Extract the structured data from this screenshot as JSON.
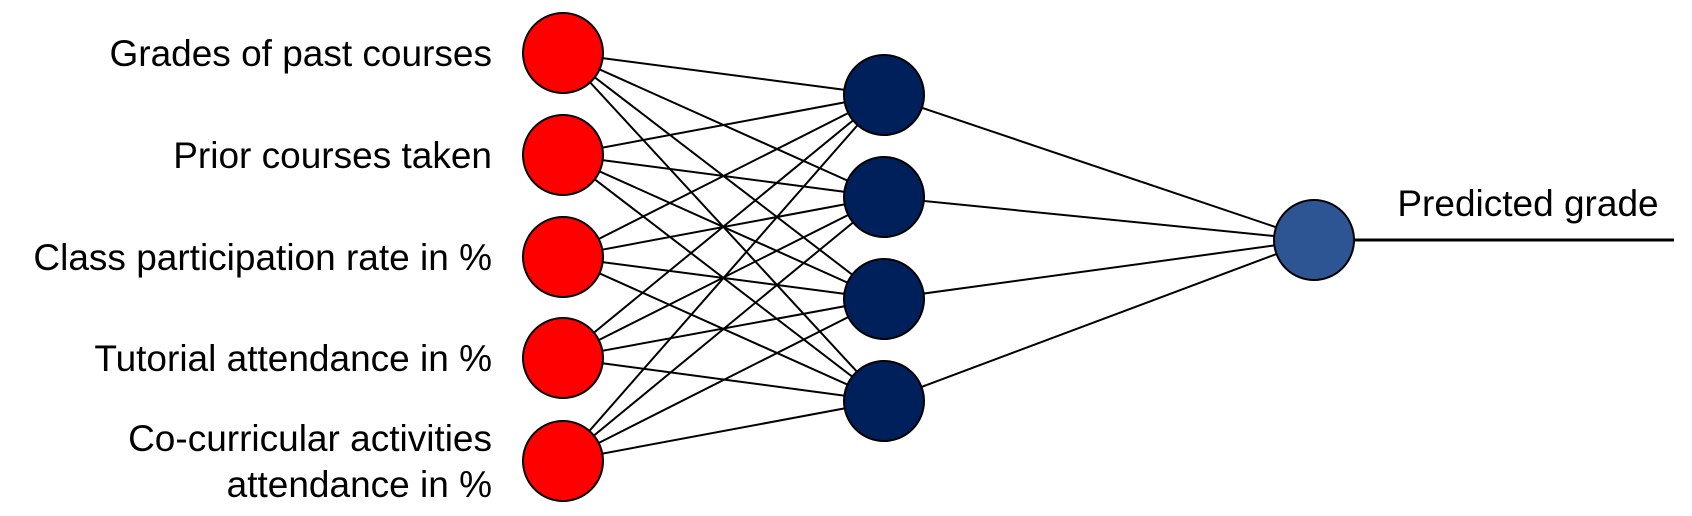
{
  "diagram": {
    "inputs": [
      {
        "lines": [
          "Grades of past courses"
        ]
      },
      {
        "lines": [
          "Prior courses taken"
        ]
      },
      {
        "lines": [
          "Class participation rate in %"
        ]
      },
      {
        "lines": [
          "Tutorial attendance in %"
        ]
      },
      {
        "lines": [
          "Co-curricular activities",
          "attendance in %"
        ]
      }
    ],
    "hidden_count": 4,
    "output": {
      "label": "Predicted grade"
    },
    "colors": {
      "input_node": "#ff0000",
      "hidden_node": "#00205b",
      "output_node": "#2e5593",
      "stroke": "#000000"
    }
  }
}
